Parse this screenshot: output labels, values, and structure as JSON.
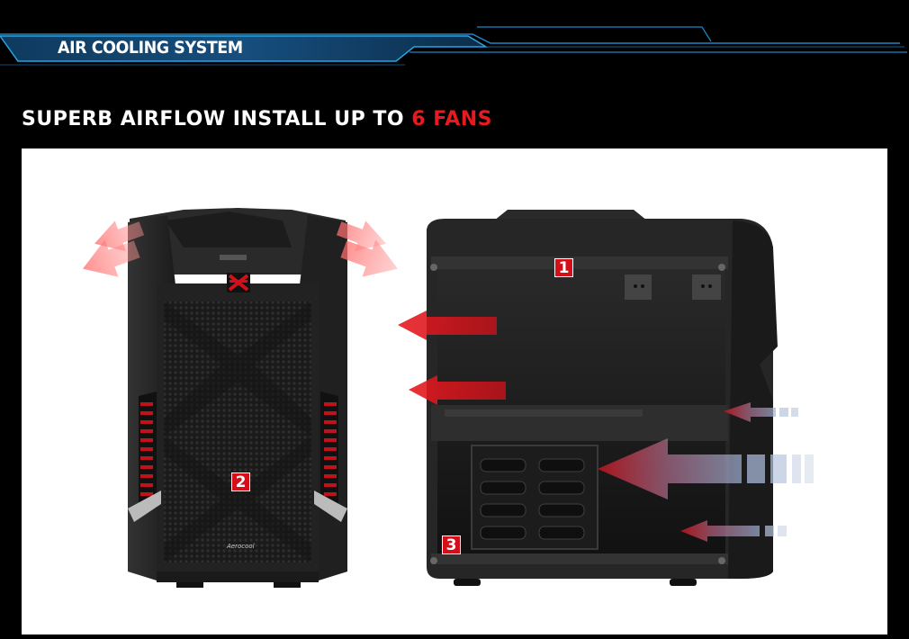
{
  "header": {
    "section_title": "AIR COOLING SYSTEM",
    "accent_color": "#1a9ad8"
  },
  "headline": {
    "text_white": "SUPERB AIRFLOW INSTALL UP TO ",
    "text_red": "6 FANS",
    "highlight_color": "#e8191f"
  },
  "badges": {
    "fan_1": "1",
    "fan_2": "2",
    "fan_3": "3"
  },
  "case": {
    "brand_mark": "Aerocool",
    "logo_icon": "x-logo-icon"
  },
  "airflow_arrows": {
    "exhaust_color": "#e8191f",
    "intake_color": "#8aa0c8"
  }
}
